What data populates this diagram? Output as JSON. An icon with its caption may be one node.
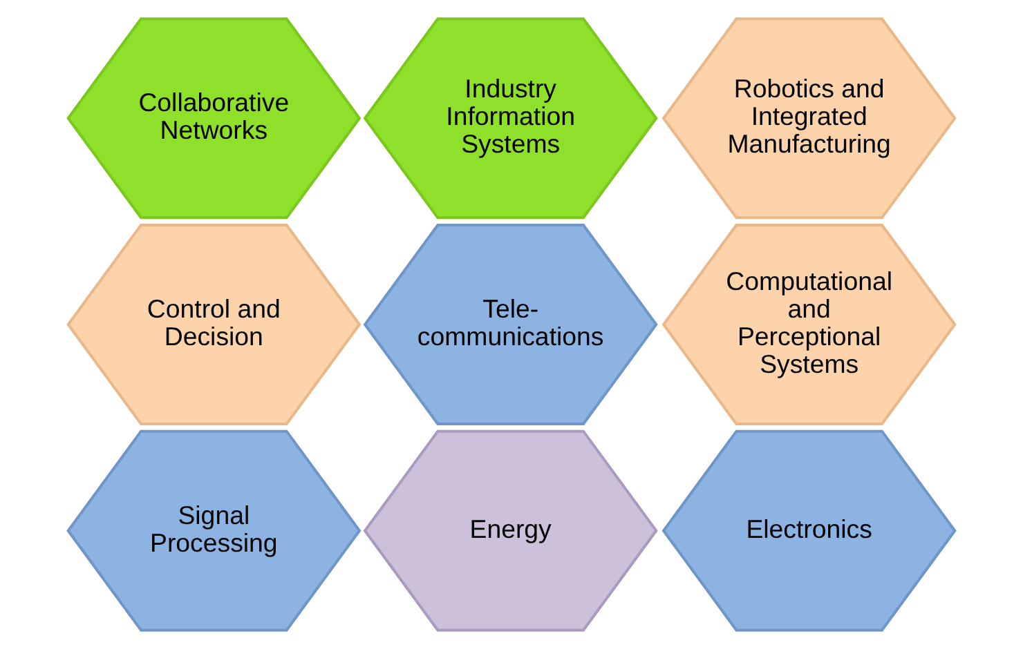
{
  "diagram": {
    "nodes": [
      {
        "text": [
          "Collaborative Networks"
        ]
      },
      {
        "text": [
          "Industry Information Systems"
        ]
      },
      {
        "text": [
          "Robotics and Integrated Manufacturing"
        ]
      },
      {
        "text": [
          "Control and Decision"
        ]
      },
      {
        "text": [
          "Tele- communications"
        ]
      },
      {
        "text": [
          "Computational and Perceptional Systems"
        ]
      },
      {
        "text": [
          "Signal Processing"
        ]
      },
      {
        "text": [
          "Energy"
        ]
      },
      {
        "text": [
          "Electronics"
        ]
      }
    ]
  }
}
